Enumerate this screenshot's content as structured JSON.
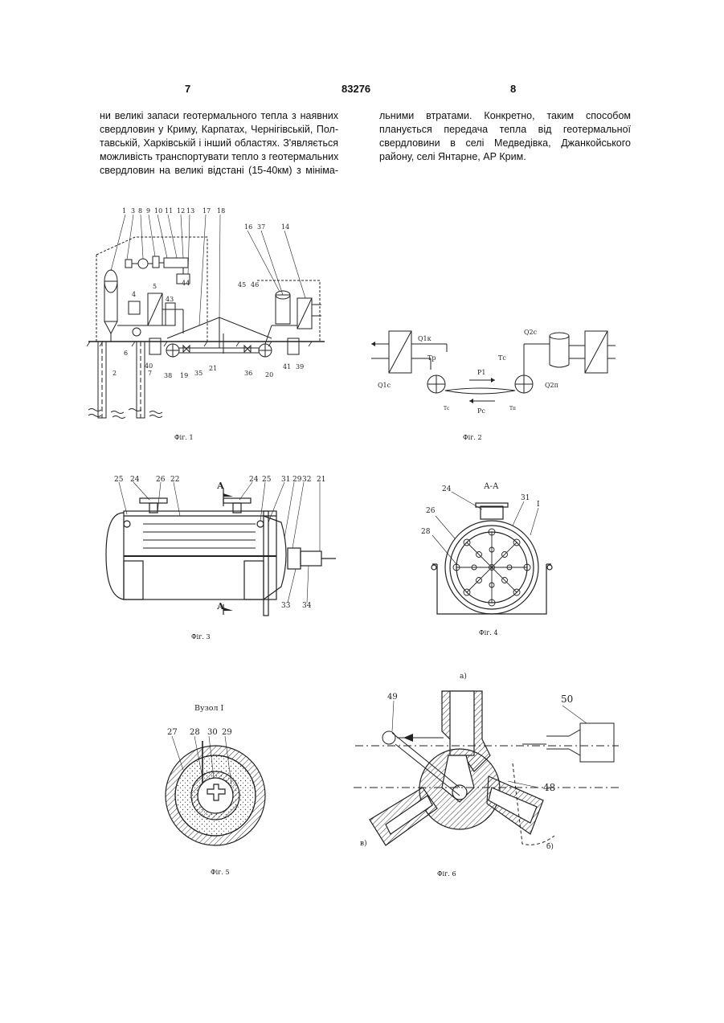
{
  "header": {
    "left_page": "7",
    "patent_number": "83276",
    "right_page": "8"
  },
  "left_column": [
    "ни великі запаси геотермального тепла з наявних",
    "свердловин у Криму, Карпатах, Чернігівській, Пол-",
    "тавській, Харківській і інший областях. З'являється",
    "можливість транспортувати тепло з геотермальних",
    "свердловин на великі відстані (15-40км) з мініма-"
  ],
  "right_column": [
    "льними втратами. Конкретно, таким способом",
    "планується передача тепла від геотермальної",
    "свердловини в селі Медведівка, Джанкойського",
    "району, селі Янтарне, АР Крим."
  ],
  "figures": {
    "fig1": {
      "caption": "Фіг. 1",
      "top_labels": [
        "1",
        "3",
        "8",
        "9",
        "10",
        "11",
        "12",
        "13",
        "17",
        "18",
        "16",
        "37",
        "14"
      ],
      "labels": [
        "4",
        "5",
        "43",
        "44",
        "45",
        "46",
        "2",
        "6",
        "7",
        "40",
        "38",
        "19",
        "35",
        "21",
        "36",
        "20",
        "41",
        "39"
      ]
    },
    "fig2": {
      "caption": "Фіг. 2",
      "labels": {
        "q1k": "Q1к",
        "q1c": "Q1с",
        "q2c": "Q2с",
        "q2p": "Q2п",
        "tp": "Тр",
        "tc": "Тс",
        "p1": "Р1",
        "pc": "Рс",
        "tc2": "Тс",
        "tp2": "Тп"
      }
    },
    "fig3": {
      "caption": "Фіг. 3",
      "labels": [
        "25",
        "24",
        "26",
        "22",
        "24",
        "25",
        "31",
        "29",
        "32",
        "21",
        "33",
        "34"
      ],
      "section": "А"
    },
    "fig4": {
      "caption": "Фіг. 4",
      "title": "А-А",
      "labels": [
        "24",
        "31",
        "I",
        "26",
        "28"
      ]
    },
    "fig5": {
      "caption": "Фіг. 5",
      "title": "Вузол І",
      "labels": [
        "27",
        "28",
        "30",
        "29"
      ]
    },
    "fig6": {
      "caption": "Фіг. 6",
      "labels": [
        "а)",
        "49",
        "50",
        "48",
        "в)",
        "б)"
      ]
    }
  }
}
